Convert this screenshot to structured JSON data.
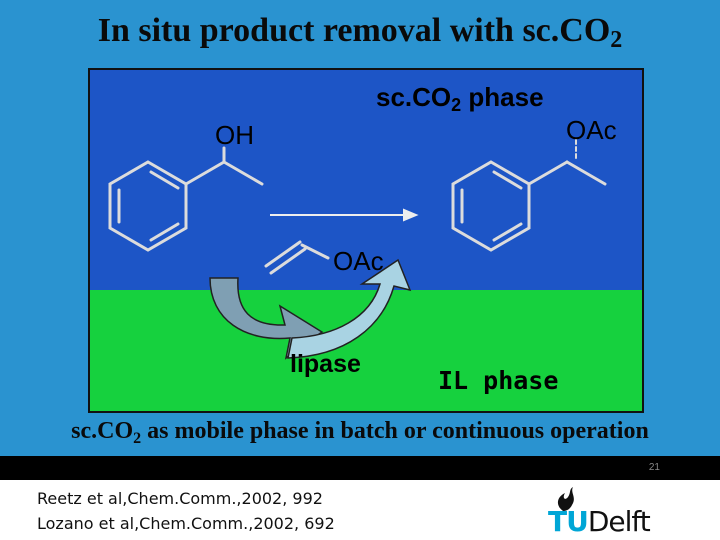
{
  "slide": {
    "title_main": "In situ product removal with sc.CO",
    "title_sub": "2"
  },
  "diagram": {
    "phase_label_main": "sc.CO",
    "phase_label_sub": "2",
    "phase_label_tail": " phase",
    "oh_label": "OH",
    "product_label": "OAc",
    "acyl_donor_label": "OAc",
    "enzyme_label": "lipase",
    "il_label": "IL phase",
    "colors": {
      "background": "#2a93d0",
      "co2_phase": "#1d55c6",
      "il_phase": "#16d13e",
      "arrow_down": "#7f9fb3",
      "arrow_up": "#a9d3e3"
    }
  },
  "caption": {
    "pre": "sc.CO",
    "sub": "2",
    "post": " as mobile phase in batch or continuous operation"
  },
  "footer": {
    "page_number": "21",
    "references": [
      "Reetz et al,Chem.Comm.,2002, 992",
      "Lozano et al,Chem.Comm.,2002, 692"
    ],
    "logo_tu": "TU",
    "logo_rest": "Delft"
  }
}
